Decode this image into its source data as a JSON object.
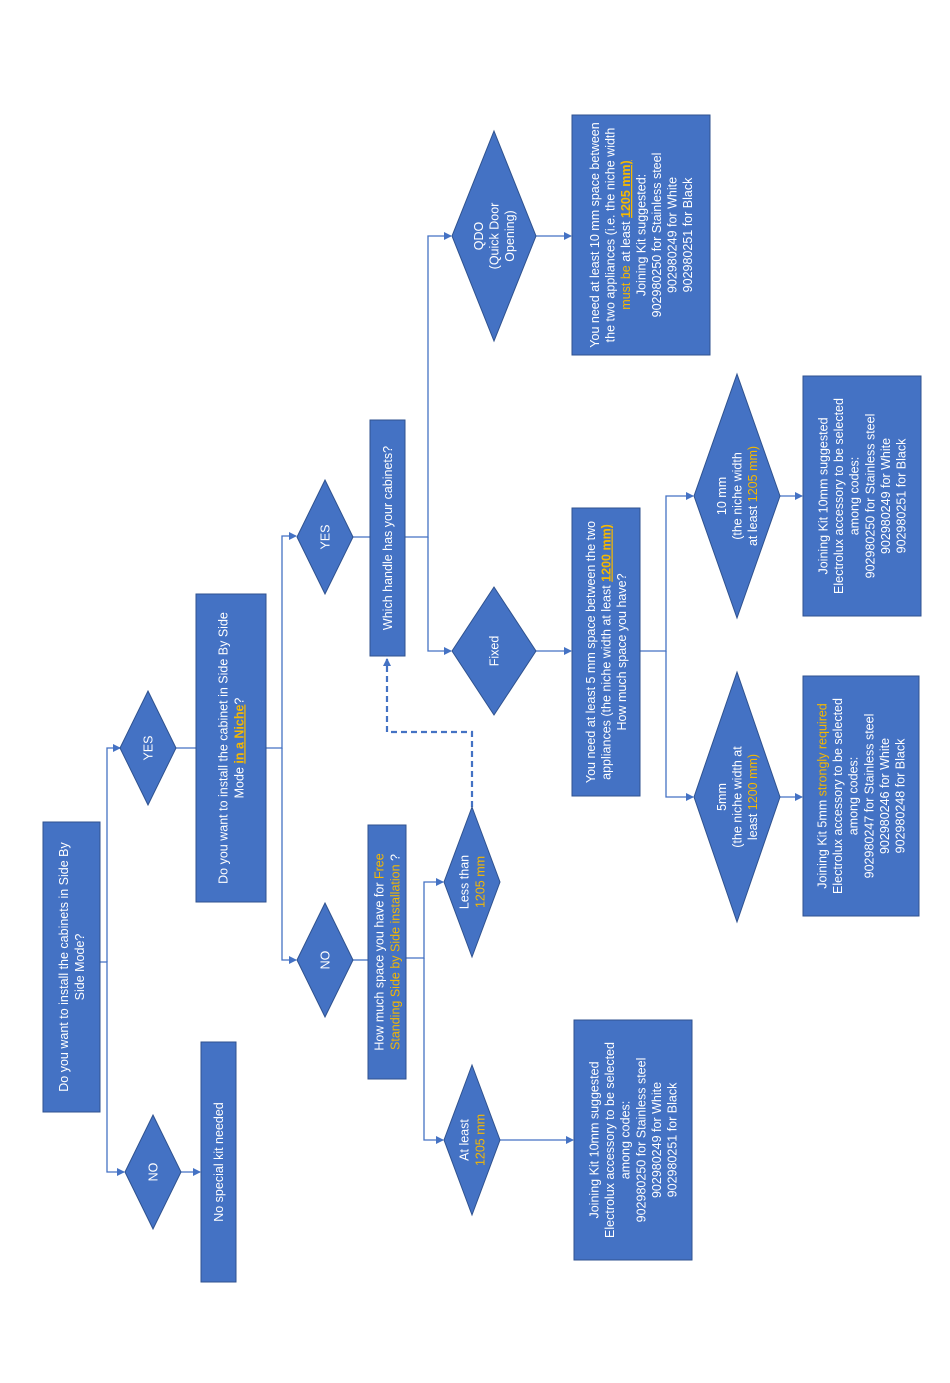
{
  "colors": {
    "node_fill": "#4472c4",
    "node_stroke": "#2f528f",
    "connector": "#4472c4",
    "text": "#ffffff",
    "highlight": "#f5b800"
  },
  "nodes": {
    "start": {
      "lines": [
        [
          {
            "t": "Do you want to install the cabinets in Side By"
          }
        ],
        [
          {
            "t": "Side Mode?"
          }
        ]
      ]
    },
    "start_no": {
      "lines": [
        [
          {
            "t": "NO"
          }
        ]
      ]
    },
    "no_kit": {
      "lines": [
        [
          {
            "t": "No special kit needed"
          }
        ]
      ]
    },
    "start_yes": {
      "lines": [
        [
          {
            "t": "YES"
          }
        ]
      ]
    },
    "niche_q": {
      "lines": [
        [
          {
            "t": "Do you want to install the cabinet in Side By Side"
          }
        ],
        [
          {
            "t": "Mode "
          },
          {
            "t": "in a Niche",
            "s": "hlb"
          },
          {
            "t": "?"
          }
        ]
      ]
    },
    "niche_no": {
      "lines": [
        [
          {
            "t": "NO"
          }
        ]
      ]
    },
    "free_q": {
      "lines": [
        [
          {
            "t": "How much space you have for "
          },
          {
            "t": "Free",
            "s": "hl"
          }
        ],
        [
          {
            "t": "Standing  Side by Side installation",
            "s": "hl"
          },
          {
            "t": " ?"
          }
        ]
      ]
    },
    "at_least": {
      "lines": [
        [
          {
            "t": "At least"
          }
        ],
        [
          {
            "t": "1205 mm",
            "s": "hl"
          }
        ]
      ]
    },
    "less_than": {
      "lines": [
        [
          {
            "t": "Less than"
          }
        ],
        [
          {
            "t": "1205 mm",
            "s": "hl"
          }
        ]
      ]
    },
    "kit_free": {
      "lines": [
        [
          {
            "t": "Joining Kit 10mm suggested"
          }
        ],
        [
          {
            "t": "Electrolux accessory to be selected"
          }
        ],
        [
          {
            "t": "among codes:"
          }
        ],
        [
          {
            "t": "902980250 for Stainless steel"
          }
        ],
        [
          {
            "t": "902980249 for White"
          }
        ],
        [
          {
            "t": "902980251 for Black"
          }
        ]
      ]
    },
    "niche_yes": {
      "lines": [
        [
          {
            "t": "YES"
          }
        ]
      ]
    },
    "handle_q": {
      "lines": [
        [
          {
            "t": "Which handle has your cabinets?"
          }
        ]
      ]
    },
    "qdo": {
      "lines": [
        [
          {
            "t": "QDO"
          }
        ],
        [
          {
            "t": "(Quick Door"
          }
        ],
        [
          {
            "t": "Opening)"
          }
        ]
      ]
    },
    "qdo_box": {
      "lines": [
        [
          {
            "t": "You need at least 10 mm space between"
          }
        ],
        [
          {
            "t": "the two appliances (i.e. the niche width"
          }
        ],
        [
          {
            "t": "must be",
            "s": "hl"
          },
          {
            "t": "  at least "
          },
          {
            "t": "1205 mm)",
            "s": "hlb"
          }
        ],
        [
          {
            "t": "Joining Kit suggested:"
          }
        ],
        [
          {
            "t": "902980250 for Stainless steel"
          }
        ],
        [
          {
            "t": "902980249 for White"
          }
        ],
        [
          {
            "t": "902980251 for Black"
          }
        ]
      ]
    },
    "fixed": {
      "lines": [
        [
          {
            "t": "Fixed"
          }
        ]
      ]
    },
    "fixed_box": {
      "lines": [
        [
          {
            "t": "You need at least 5  mm space between   the two"
          }
        ],
        [
          {
            "t": "appliances (the niche width at least "
          },
          {
            "t": "1200 mm)",
            "s": "hlb"
          }
        ],
        [
          {
            "t": "How much space you have?"
          }
        ]
      ]
    },
    "opt_10": {
      "lines": [
        [
          {
            "t": "10 mm"
          }
        ],
        [
          {
            "t": "(the niche width"
          }
        ],
        [
          {
            "t": "at least "
          },
          {
            "t": "1205 mm)",
            "s": "hl"
          }
        ]
      ]
    },
    "opt_5": {
      "lines": [
        [
          {
            "t": "5mm"
          }
        ],
        [
          {
            "t": "(the niche width at"
          }
        ],
        [
          {
            "t": "least "
          },
          {
            "t": "1200 mm)",
            "s": "hl"
          }
        ]
      ]
    },
    "kit_10": {
      "lines": [
        [
          {
            "t": "Joining Kit 10mm suggested"
          }
        ],
        [
          {
            "t": "Electrolux accessory to be selected"
          }
        ],
        [
          {
            "t": "among codes:"
          }
        ],
        [
          {
            "t": "902980250 for Stainless steel"
          }
        ],
        [
          {
            "t": "902980249 for White"
          }
        ],
        [
          {
            "t": "902980251 for Black"
          }
        ]
      ]
    },
    "kit_5": {
      "lines": [
        [
          {
            "t": "Joining Kit 5mm "
          },
          {
            "t": "strongly required",
            "s": "hl"
          }
        ],
        [
          {
            "t": "Electrolux accessory to be selected"
          }
        ],
        [
          {
            "t": "among codes:"
          }
        ],
        [
          {
            "t": "902980247 for Stainless steel"
          }
        ],
        [
          {
            "t": "902980246 for White"
          }
        ],
        [
          {
            "t": "902980248 for Black"
          }
        ]
      ]
    }
  }
}
